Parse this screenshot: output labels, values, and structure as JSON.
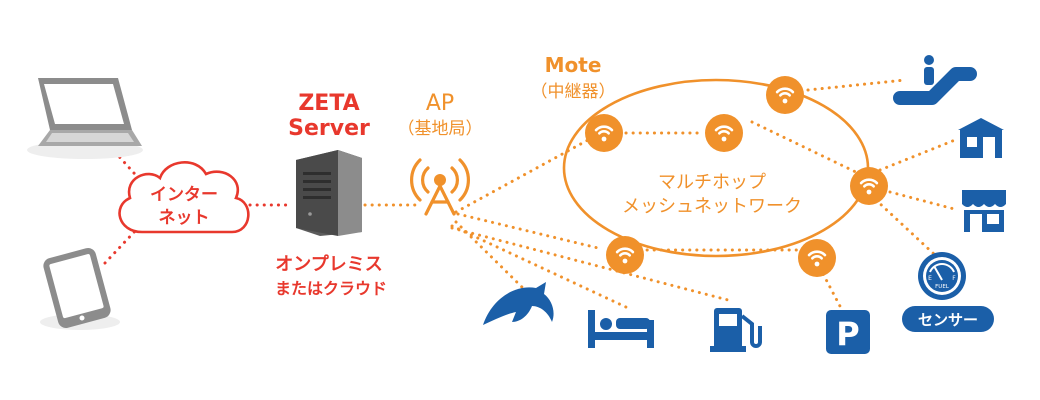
{
  "colors": {
    "red": "#e8382d",
    "orange": "#f0912b",
    "blue": "#1b5fa8",
    "gray": "#8c8c8c"
  },
  "internet": {
    "line1": "インター",
    "line2": "ネット"
  },
  "server": {
    "title1": "ZETA",
    "title2": "Server",
    "sub1": "オンプレミス",
    "sub2": "またはクラウド"
  },
  "ap": {
    "title": "AP",
    "sub": "（基地局）"
  },
  "mote": {
    "title": "Mote",
    "sub": "（中継器）"
  },
  "mesh": {
    "line1": "マルチホップ",
    "line2": "メッシュネットワーク"
  },
  "sensor": {
    "label": "センサー",
    "gauge_text": "FUEL",
    "gauge_e": "E",
    "gauge_f": "F"
  },
  "parking": {
    "letter": "P"
  },
  "icons": [
    "laptop-icon",
    "smartphone-icon",
    "cloud-icon",
    "server-icon",
    "antenna-icon",
    "wifi-icon",
    "dolphin-icon",
    "bed-icon",
    "fuel-pump-icon",
    "parking-icon",
    "escalator-icon",
    "house-icon",
    "shop-icon",
    "fuel-gauge-icon"
  ]
}
